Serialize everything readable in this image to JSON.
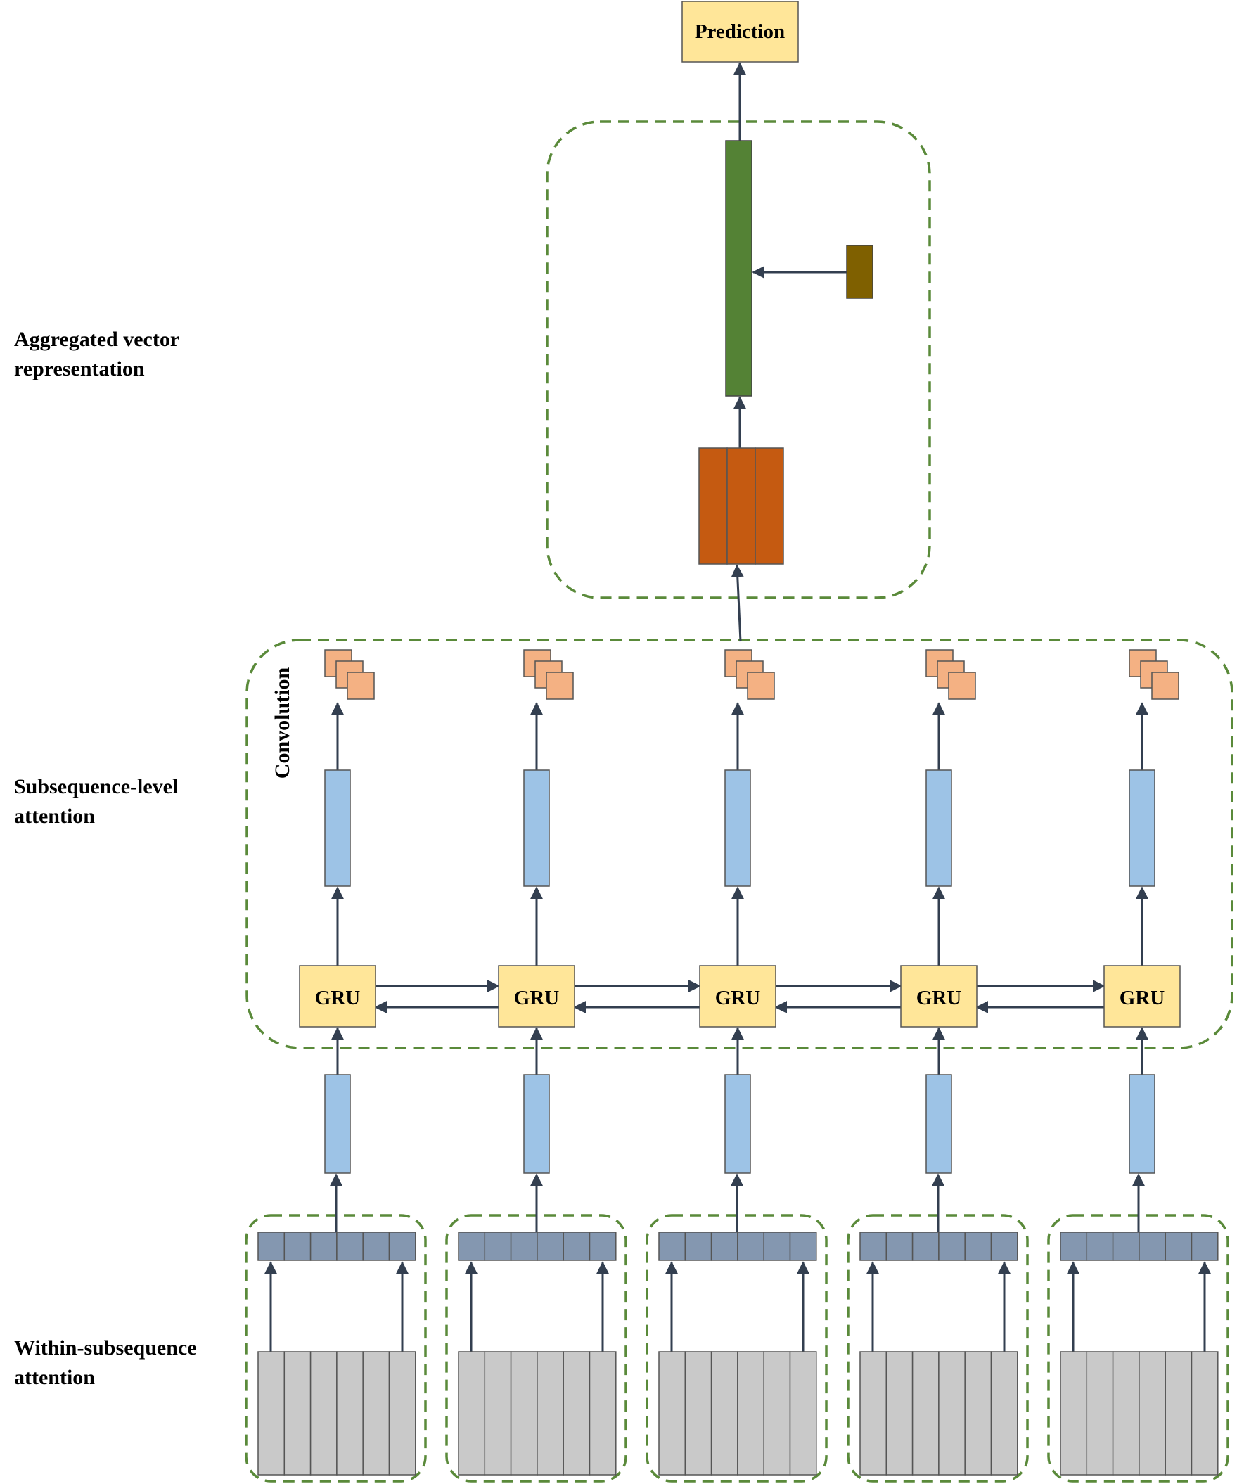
{
  "labels": {
    "prediction": "Prediction",
    "convolution": "Convolution",
    "gru": "GRU",
    "aggregated": [
      "Aggregated vector",
      "representation"
    ],
    "subsequence": [
      "Subsequence-level",
      "attention"
    ],
    "within": [
      "Within-subsequence",
      "attention"
    ]
  },
  "colors": {
    "dashed_border": "#5a8a3a",
    "prediction_fill": "#ffe699",
    "gru_fill": "#ffe699",
    "green_bar": "#548235",
    "brown_square": "#7f6000",
    "orange_block": "#c55a11",
    "salmon_square": "#f4b183",
    "blue_bar": "#9dc3e6",
    "dark_row": "#8497b0",
    "gray_block": "#c9c9c9",
    "arrow": "#333f50"
  },
  "columns": 5
}
